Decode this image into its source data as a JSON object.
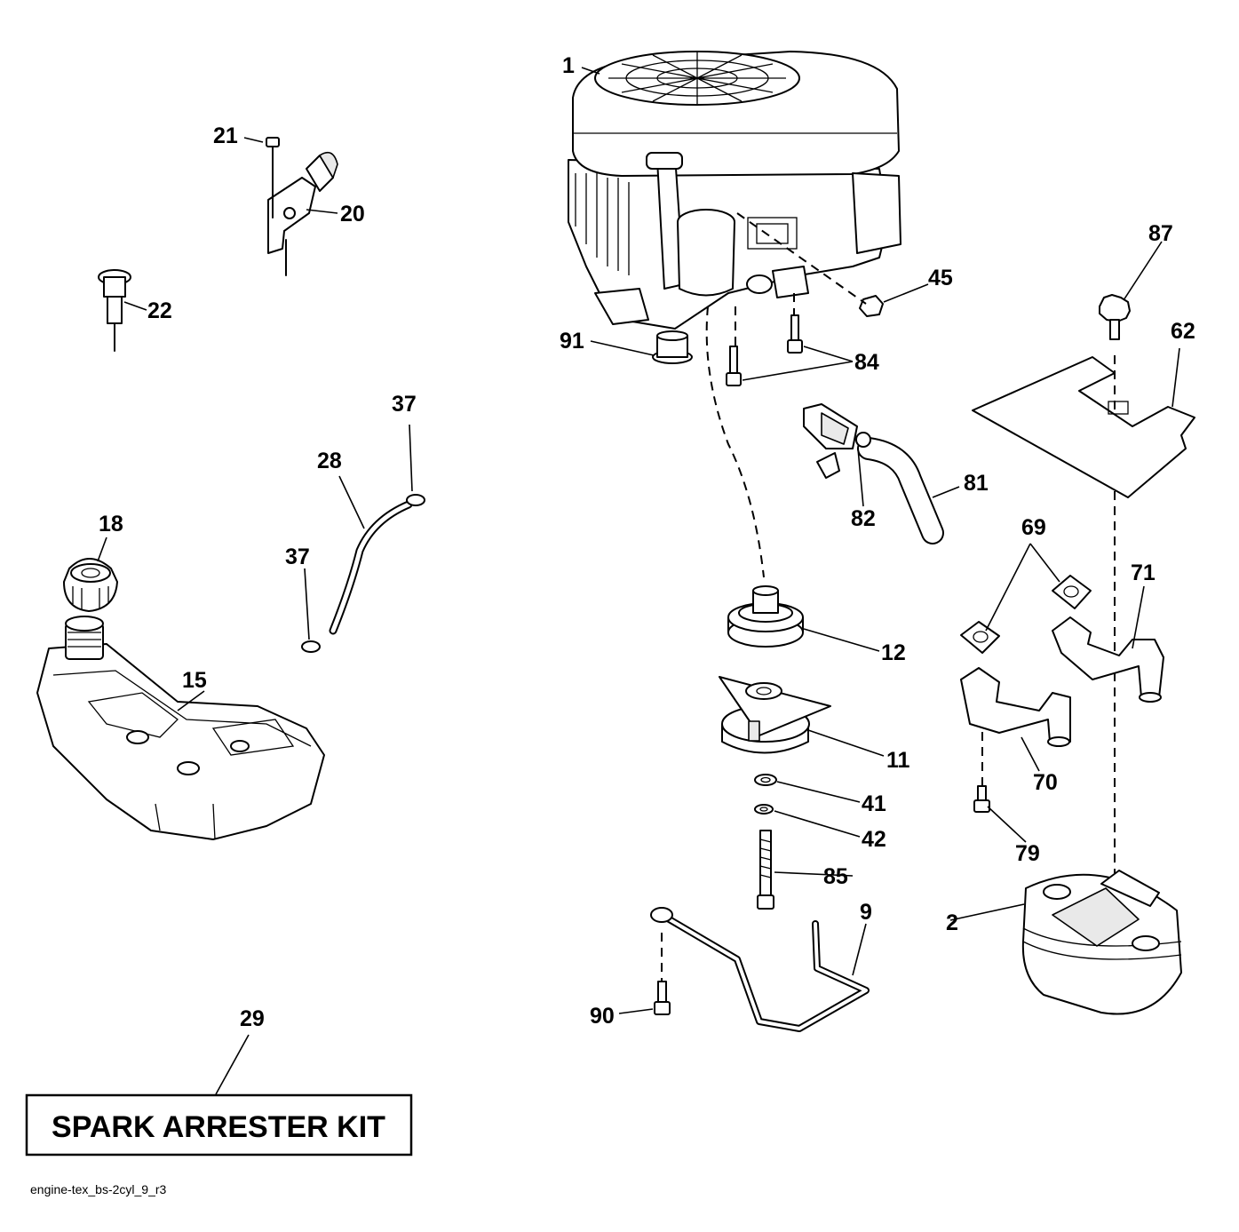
{
  "callouts": {
    "c1": "1",
    "c2": "2",
    "c9": "9",
    "c11": "11",
    "c12": "12",
    "c15": "15",
    "c18": "18",
    "c20": "20",
    "c21": "21",
    "c22": "22",
    "c28": "28",
    "c29": "29",
    "c37a": "37",
    "c37b": "37",
    "c41": "41",
    "c42": "42",
    "c45": "45",
    "c62": "62",
    "c69": "69",
    "c70": "70",
    "c71": "71",
    "c79": "79",
    "c81": "81",
    "c82": "82",
    "c84": "84",
    "c85": "85",
    "c87": "87",
    "c90": "90",
    "c91": "91"
  },
  "kit_label": "SPARK ARRESTER KIT",
  "footer_code": "engine-tex_bs-2cyl_9_r3"
}
